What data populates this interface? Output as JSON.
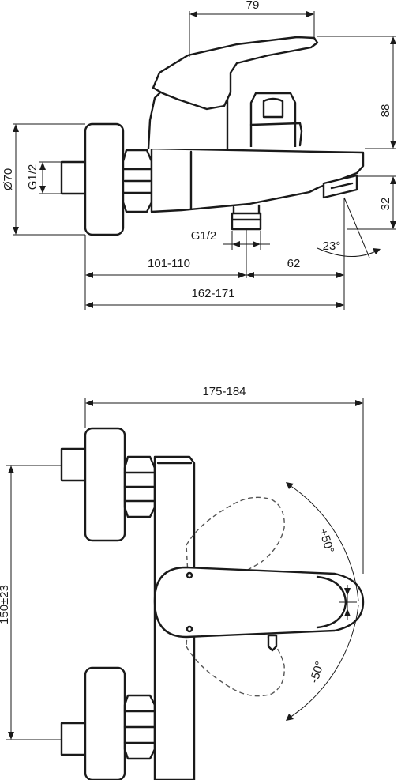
{
  "dimensions": {
    "depth_lever": "79",
    "height_lever": "88",
    "body_diameter": "Ø70",
    "inlet_thread": "G1/2",
    "outlet_thread": "G1/2",
    "spout_height": "32",
    "spout_angle": "23°",
    "wall_to_outlet": "101-110",
    "outlet_to_spout": "62",
    "total_depth": "162-171",
    "total_width": "175-184",
    "centres": "150±23",
    "lever_plus": "+50°",
    "lever_minus": "-50°"
  }
}
